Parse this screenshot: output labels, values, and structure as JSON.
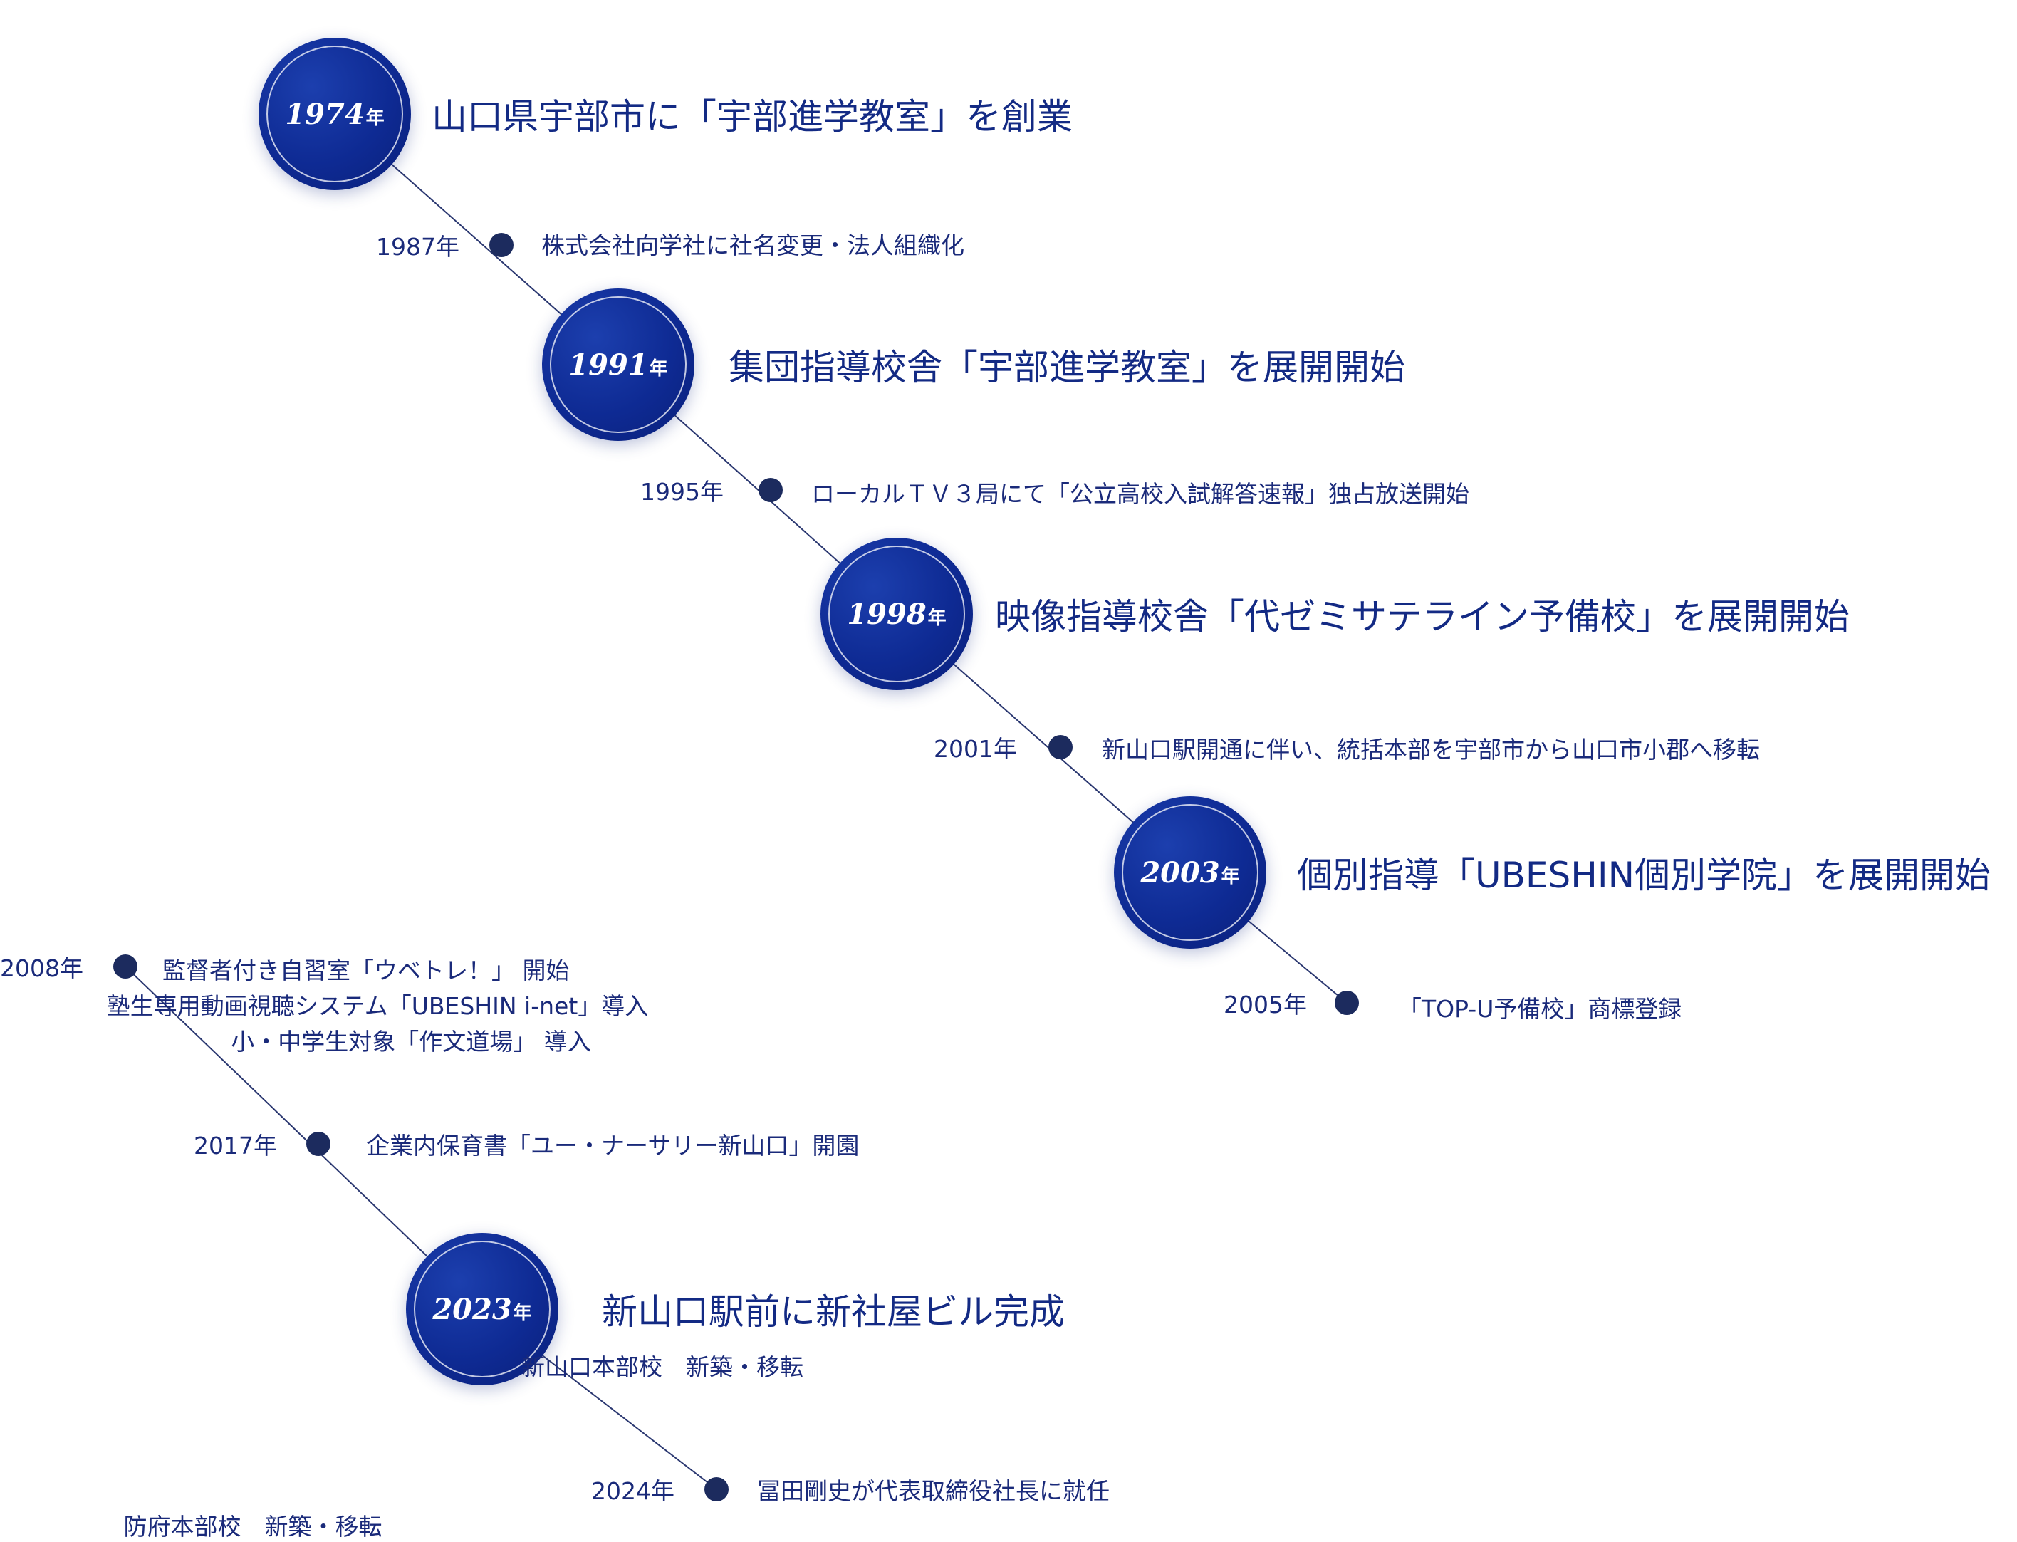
{
  "major": [
    {
      "year": "1974",
      "unit": "年",
      "text": "山口県宇部市に「宇部進学教室」を創業",
      "sub": []
    },
    {
      "year": "1991",
      "unit": "年",
      "text": "集団指導校舎「宇部進学教室」を展開開始",
      "sub": []
    },
    {
      "year": "1998",
      "unit": "年",
      "text": "映像指導校舎「代ゼミサテライン予備校」を展開開始",
      "sub": []
    },
    {
      "year": "2003",
      "unit": "年",
      "text": "個別指導「UBESHIN個別学院」を展開開始",
      "sub": []
    },
    {
      "year": "2023",
      "unit": "年",
      "text": "新山口駅前に新社屋ビル完成",
      "sub": [
        "新山口本部校　新築・移転"
      ]
    }
  ],
  "minor": [
    {
      "year": "1987年",
      "lines": [
        "株式会社向学社に社名変更・法人組織化"
      ]
    },
    {
      "year": "1995年",
      "lines": [
        "ローカルＴＶ３局にて「公立高校入試解答速報」独占放送開始"
      ]
    },
    {
      "year": "2001年",
      "lines": [
        "新山口駅開通に伴い、統括本部を宇部市から山口市小郡へ移転"
      ]
    },
    {
      "year": "2005年",
      "lines": [
        "「TOP-U予備校」商標登録"
      ]
    },
    {
      "year": "2008年",
      "lines": [
        "監督者付き自習室「ウベトレ！」 開始",
        "塾生専用動画視聴システム「UBESHIN i-net」導入",
        "小・中学生対象「作文道場」 導入"
      ]
    },
    {
      "year": "2017年",
      "lines": [
        "企業内保育書「ユー・ナーサリー新山口」開園"
      ]
    },
    {
      "year": "2024年",
      "lines": [
        "冨田剛史が代表取締役社長に就任",
        "防府本部校　新築・移転"
      ]
    }
  ]
}
